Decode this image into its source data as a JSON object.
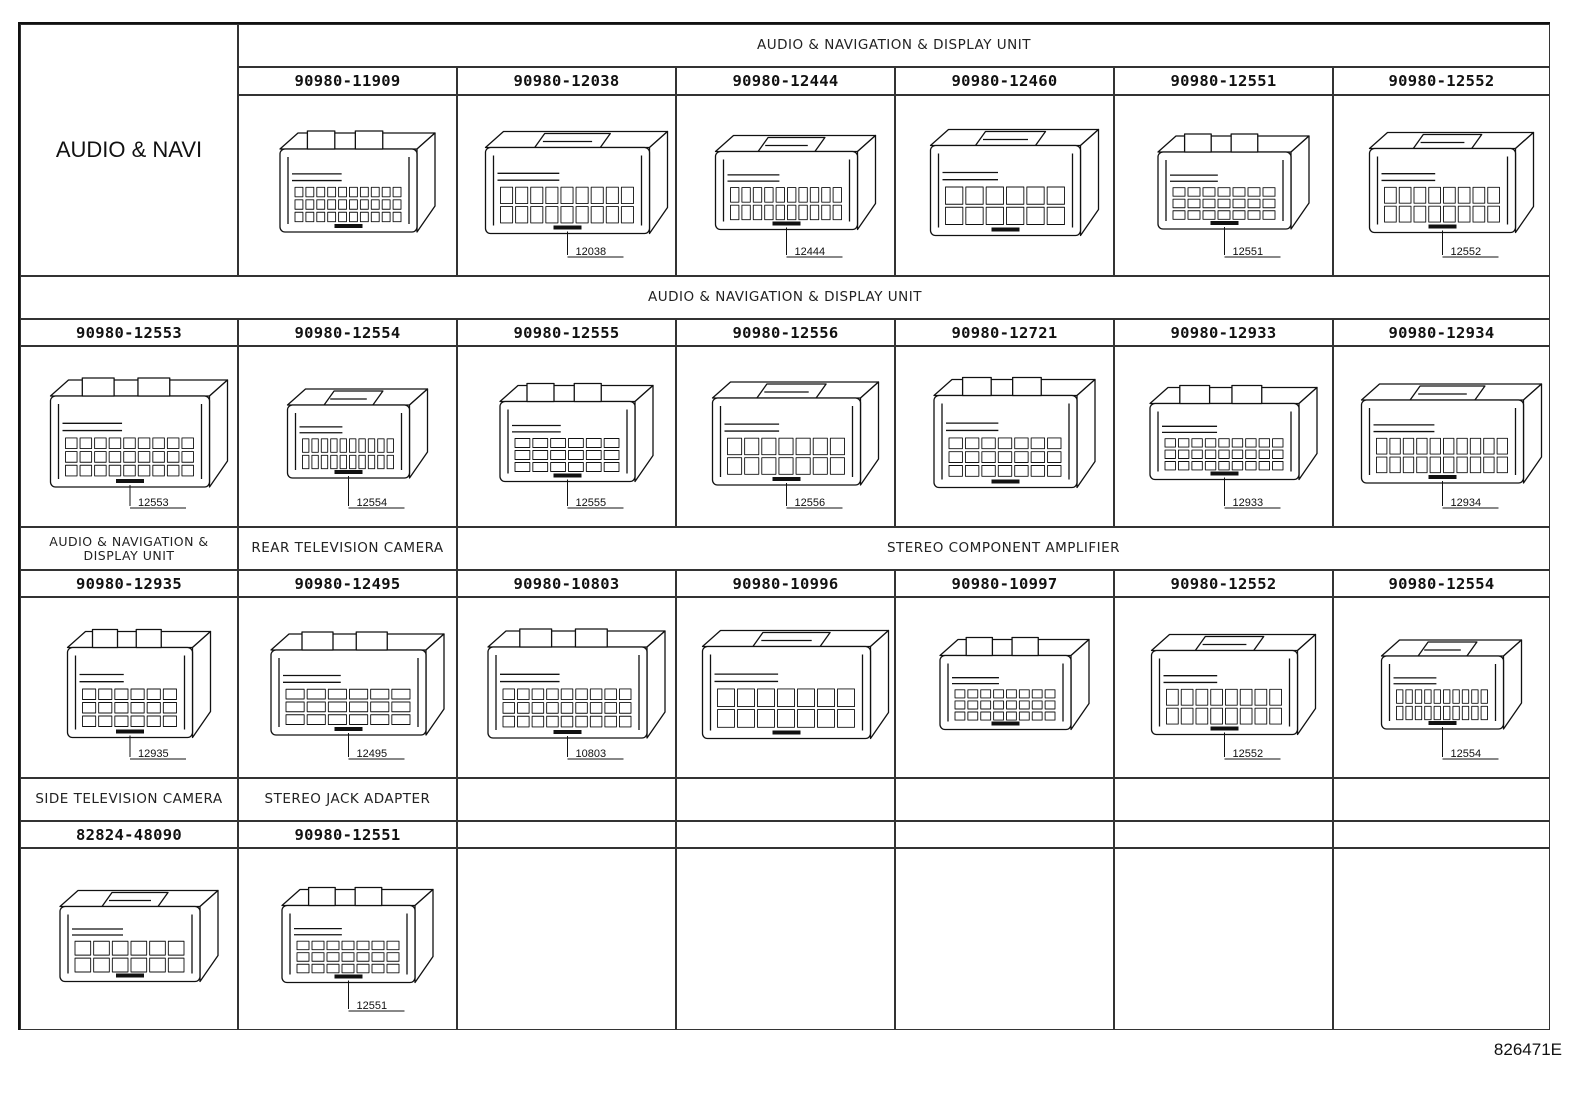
{
  "section_title": "AUDIO & NAVI",
  "rows": [
    {
      "headers": [
        {
          "label": "AUDIO & NAVIGATION & DISPLAY UNIT",
          "span": 6,
          "start": 1
        }
      ],
      "cells": [
        {
          "part": "90980-11909",
          "callout": ""
        },
        {
          "part": "90980-12038",
          "callout": "12038"
        },
        {
          "part": "90980-12444",
          "callout": "12444"
        },
        {
          "part": "90980-12460",
          "callout": ""
        },
        {
          "part": "90980-12551",
          "callout": "12551"
        },
        {
          "part": "90980-12552",
          "callout": "12552"
        }
      ]
    },
    {
      "headers": [
        {
          "label": "AUDIO & NAVIGATION & DISPLAY UNIT",
          "span": 7,
          "start": 0
        }
      ],
      "cells": [
        {
          "part": "90980-12553",
          "callout": "12553"
        },
        {
          "part": "90980-12554",
          "callout": "12554"
        },
        {
          "part": "90980-12555",
          "callout": "12555"
        },
        {
          "part": "90980-12556",
          "callout": "12556"
        },
        {
          "part": "90980-12721",
          "callout": ""
        },
        {
          "part": "90980-12933",
          "callout": "12933"
        },
        {
          "part": "90980-12934",
          "callout": "12934"
        }
      ]
    },
    {
      "headers": [
        {
          "label": "AUDIO & NAVIGATION & DISPLAY UNIT",
          "span": 1,
          "start": 0
        },
        {
          "label": "REAR TELEVISION CAMERA",
          "span": 1,
          "start": 1
        },
        {
          "label": "STEREO COMPONENT AMPLIFIER",
          "span": 5,
          "start": 2
        }
      ],
      "cells": [
        {
          "part": "90980-12935",
          "callout": "12935"
        },
        {
          "part": "90980-12495",
          "callout": "12495"
        },
        {
          "part": "90980-10803",
          "callout": "10803"
        },
        {
          "part": "90980-10996",
          "callout": ""
        },
        {
          "part": "90980-10997",
          "callout": ""
        },
        {
          "part": "90980-12552",
          "callout": "12552"
        },
        {
          "part": "90980-12554",
          "callout": "12554"
        }
      ]
    },
    {
      "headers": [
        {
          "label": "SIDE TELEVISION CAMERA",
          "span": 1,
          "start": 0
        },
        {
          "label": "STEREO JACK ADAPTER",
          "span": 1,
          "start": 1
        },
        {
          "label": "",
          "span": 1,
          "start": 2
        },
        {
          "label": "",
          "span": 1,
          "start": 3
        },
        {
          "label": "",
          "span": 1,
          "start": 4
        },
        {
          "label": "",
          "span": 1,
          "start": 5
        },
        {
          "label": "",
          "span": 1,
          "start": 6
        }
      ],
      "cells": [
        {
          "part": "82824-48090",
          "callout": ""
        },
        {
          "part": "90980-12551",
          "callout": "12551"
        },
        {
          "part": "",
          "callout": ""
        },
        {
          "part": "",
          "callout": ""
        },
        {
          "part": "",
          "callout": ""
        },
        {
          "part": "",
          "callout": ""
        },
        {
          "part": "",
          "callout": ""
        }
      ]
    }
  ],
  "figure_id": "826471E"
}
